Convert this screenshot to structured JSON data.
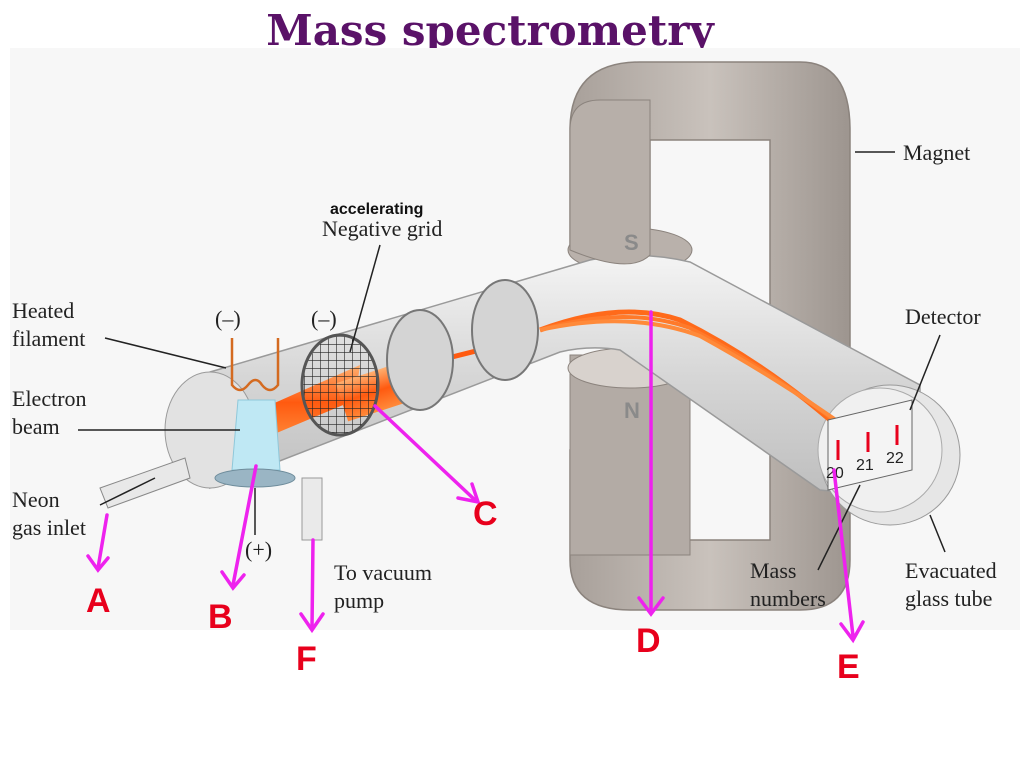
{
  "title": "Mass spectrometry",
  "labels": {
    "magnet": "Magnet",
    "accelerating": "accelerating",
    "negative_grid": "Negative grid",
    "heated_filament_1": "Heated",
    "heated_filament_2": "filament",
    "electron_beam_1": "Electron",
    "electron_beam_2": "beam",
    "neon_inlet_1": "Neon",
    "neon_inlet_2": "gas inlet",
    "minus_1": "(–)",
    "minus_2": "(–)",
    "plus": "(+)",
    "vacuum_1": "To vacuum",
    "vacuum_2": "pump",
    "detector": "Detector",
    "mass_numbers_1": "Mass",
    "mass_numbers_2": "numbers",
    "evacuated_1": "Evacuated",
    "evacuated_2": "glass tube"
  },
  "poles": {
    "south": "S",
    "north": "N"
  },
  "mass_numbers": [
    "20",
    "21",
    "22"
  ],
  "markers": [
    "A",
    "B",
    "C",
    "D",
    "E",
    "F"
  ],
  "colors": {
    "title": "#5a1268",
    "arrow": "#ee22ee",
    "marker": "#e8001c",
    "beam": "#ff6a1a"
  }
}
